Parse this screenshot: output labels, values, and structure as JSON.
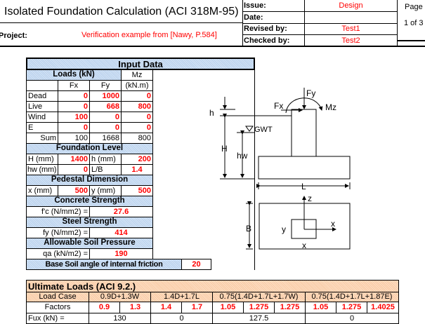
{
  "header": {
    "title": "Isolated Foundation Calculation (ACI 318M-95)",
    "project_label": "Project:",
    "project_value": "Verification example from [Nawy, P.584]",
    "issue_label": "Issue:",
    "issue_value": "Design",
    "date_label": "Date:",
    "date_value": "",
    "revised_label": "Revised by:",
    "revised_value": "Test1",
    "checked_label": "Checked by:",
    "checked_value": "Test2",
    "page_label": "Page",
    "page_value": "1 of 3"
  },
  "input": {
    "title": "Input Data",
    "loads": {
      "title": "Loads (kN)",
      "mz_head": "Mz",
      "mz_unit": "(kN.m)",
      "fx_head": "Fx",
      "fy_head": "Fy",
      "rows": [
        {
          "label": "Dead",
          "fx": "0",
          "fy": "1000",
          "mz": "0"
        },
        {
          "label": "Live",
          "fx": "0",
          "fy": "668",
          "mz": "800"
        },
        {
          "label": "Wind",
          "fx": "100",
          "fy": "0",
          "mz": "0"
        },
        {
          "label": "E",
          "fx": "0",
          "fy": "0",
          "mz": "0"
        }
      ],
      "sum": {
        "label": "Sum",
        "fx": "100",
        "fy": "1668",
        "mz": "800"
      }
    },
    "foundation_level": {
      "title": "Foundation Level",
      "H_label": "H (mm)",
      "H": "1400",
      "h_label": "h (mm)",
      "h": "200",
      "hw_label": "hw (mm)",
      "hw": "0",
      "lb_label": "L/B",
      "lb": "1.4"
    },
    "pedestal": {
      "title": "Pedestal Dimension",
      "x_label": "x (mm)",
      "x": "500",
      "y_label": "y (mm)",
      "y": "500"
    },
    "concrete": {
      "title": "Concrete Strength",
      "label": "f'c (N/mm2) =",
      "value": "27.6"
    },
    "steel": {
      "title": "Steel Strength",
      "label": "fy (N/mm2) =",
      "value": "414"
    },
    "soil": {
      "title": "Allowable Soil Pressure",
      "label": "qa (kN/m2) =",
      "value": "190"
    },
    "friction": {
      "label": "Base Soil angle of internal friction",
      "value": "20"
    }
  },
  "diagram": {
    "h": "h",
    "H": "H",
    "hw": "hw",
    "GWT": "GWT",
    "Fx": "Fx",
    "Fy": "Fy",
    "Mz": "Mz",
    "L": "L",
    "B": "B",
    "z": "z",
    "x_axis": "x",
    "y": "y",
    "x_dim": "x"
  },
  "ultimate": {
    "title": "Ultimate Loads (ACI 9.2.)",
    "case_label": "Load Case",
    "cases": [
      "0.9D+1.3W",
      "1.4D+1.7L",
      "0.75(1.4D+1.7L+1.7W)",
      "0.75(1.4D+1.7L+1.87E)"
    ],
    "factors_label": "Factors",
    "factors": [
      "0.9",
      "1.3",
      "1.4",
      "1.7",
      "1.05",
      "1.275",
      "1.275",
      "1.05",
      "1.275",
      "1.4025"
    ],
    "fux_label": "Fux (kN) =",
    "fux": [
      "130",
      "0",
      "127.5",
      "0"
    ]
  }
}
